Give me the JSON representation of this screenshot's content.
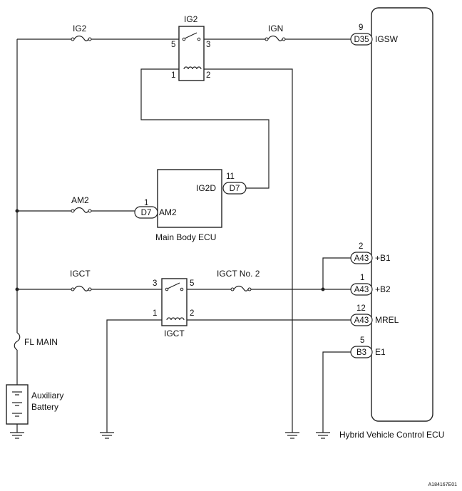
{
  "fuses": {
    "ig2": "IG2",
    "ign": "IGN",
    "am2": "AM2",
    "igct": "IGCT",
    "igct_no2": "IGCT No. 2",
    "fl_main": "FL MAIN"
  },
  "relays": {
    "ig2": {
      "name": "IG2",
      "pin_5": "5",
      "pin_3": "3",
      "pin_1": "1",
      "pin_2": "2"
    },
    "igct": {
      "name": "IGCT",
      "pin_3": "3",
      "pin_5": "5",
      "pin_1": "1",
      "pin_2": "2"
    }
  },
  "main_body_ecu": {
    "name": "Main Body ECU",
    "ig2d": {
      "pin": "11",
      "connector": "D7",
      "signal": "IG2D"
    },
    "am2": {
      "pin": "1",
      "connector": "D7",
      "signal": "AM2"
    }
  },
  "hv_ecu": {
    "name": "Hybrid Vehicle Control ECU",
    "terminals": [
      {
        "pin": "9",
        "connector": "D35",
        "signal": "IGSW"
      },
      {
        "pin": "2",
        "connector": "A43",
        "signal": "+B1"
      },
      {
        "pin": "1",
        "connector": "A43",
        "signal": "+B2"
      },
      {
        "pin": "12",
        "connector": "A43",
        "signal": "MREL"
      },
      {
        "pin": "5",
        "connector": "B3",
        "signal": "E1"
      }
    ]
  },
  "battery": {
    "line1": "Auxiliary",
    "line2": "Battery"
  },
  "figure_id": "A184167E01"
}
